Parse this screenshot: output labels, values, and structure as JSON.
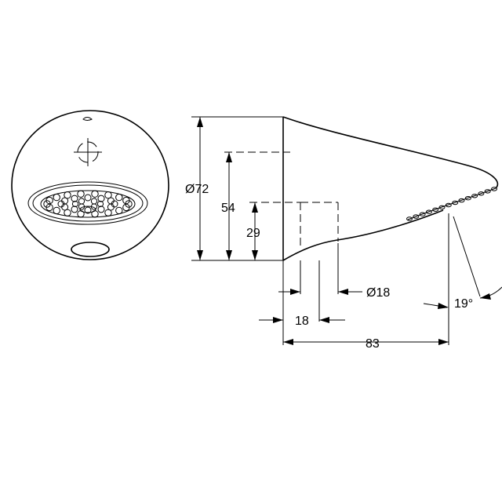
{
  "dimensions": {
    "diameter_72": "Ø72",
    "height_54": "54",
    "height_29": "29",
    "diameter_18": "Ø18",
    "width_18": "18",
    "length_83": "83",
    "angle_19": "19°"
  }
}
